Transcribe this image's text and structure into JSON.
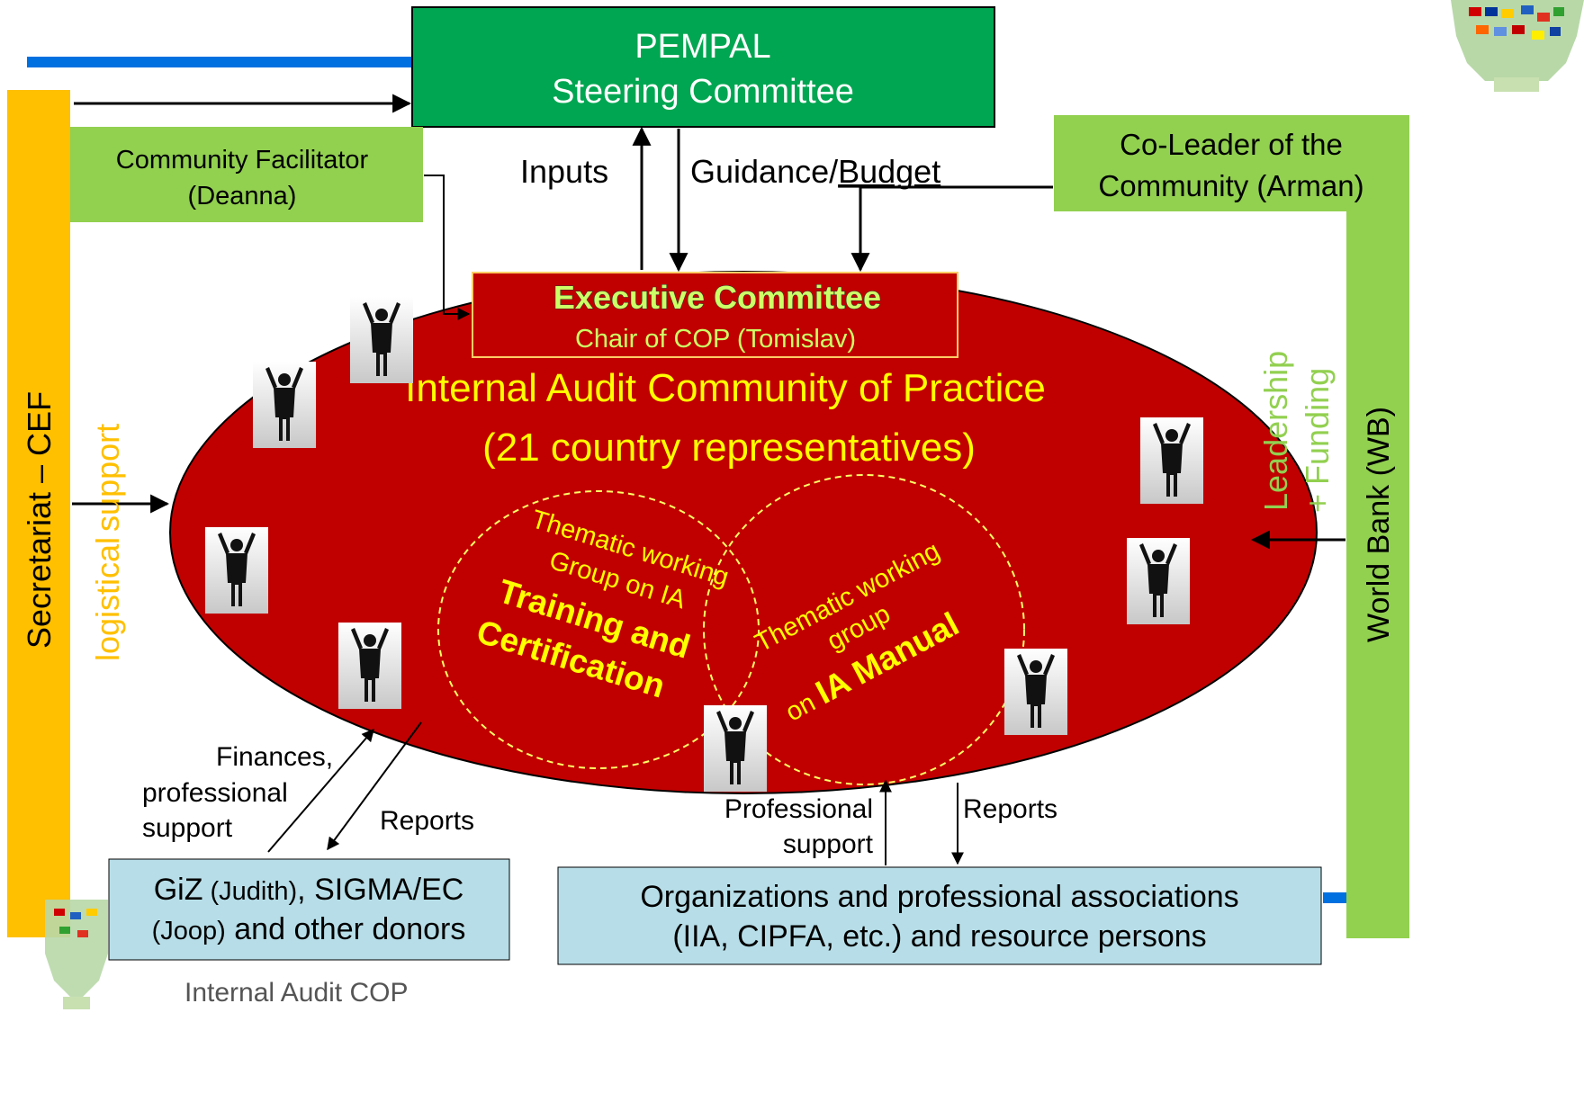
{
  "steering": {
    "line1": "PEMPAL",
    "line2": "Steering Committee"
  },
  "facilitator": {
    "line1": "Community Facilitator",
    "line2": "(Deanna)"
  },
  "coleader": {
    "line1": "Co-Leader of the",
    "line2": "Community (Arman)"
  },
  "inputs_label": "Inputs",
  "guidance_label": {
    "part1": "Guidance/",
    "part2": "Budget"
  },
  "executive": {
    "title": "Executive Committee",
    "chair": "Chair of COP (Tomislav)"
  },
  "cop": {
    "line1": "Internal Audit Community of Practice",
    "line2": "(21 country representatives)"
  },
  "wg_training": {
    "line1": "Thematic working",
    "line2": "Group on IA",
    "line3": "Training and",
    "line4": "Certification"
  },
  "wg_manual": {
    "line1": "Thematic working",
    "line2": "group",
    "line3_prefix": "on ",
    "line3_bold": "IA Manual"
  },
  "secretariat": "Secretariat – CEF",
  "logistical": {
    "part1": "logistical",
    "part2": "support"
  },
  "worldbank": "World Bank (WB)",
  "leadership": {
    "line1": "Leadership",
    "line2": "+ Funding"
  },
  "donors": {
    "giz": "GiZ",
    "giz_name": "(Judith)",
    "sigma": ", SIGMA/EC",
    "joop": "(Joop)",
    "rest": " and other donors"
  },
  "orgs": {
    "line1": "Organizations and professional associations",
    "line2": "(IIA, CIPFA, etc.) and resource persons"
  },
  "finances_label": {
    "line1": "Finances,",
    "line2": "professional",
    "line3": "support"
  },
  "reports_left": "Reports",
  "professional_support": {
    "line1": "Professional",
    "line2": "support"
  },
  "reports_right": "Reports",
  "footer_logo_text": "Internal Audit COP",
  "colors": {
    "green_dark": "#00a651",
    "green_light": "#92d050",
    "orange": "#ffc000",
    "red": "#c00000",
    "yellow": "#ffff00",
    "blue": "#0070e0",
    "teal_box": "#b7dee8"
  }
}
